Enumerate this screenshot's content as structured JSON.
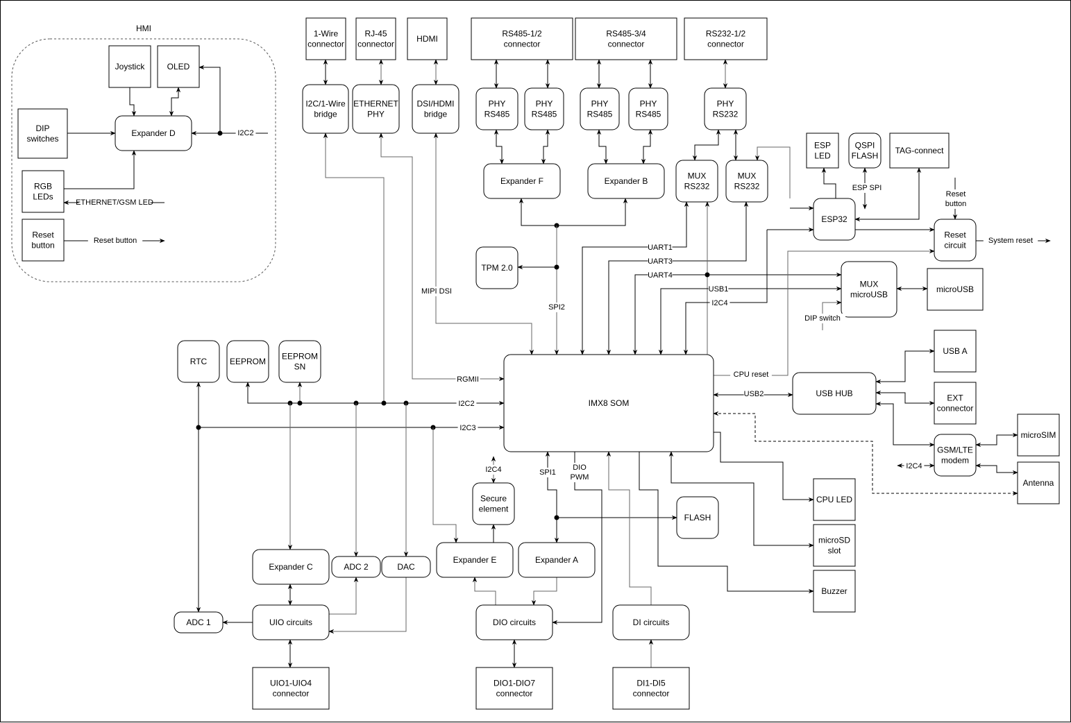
{
  "group": {
    "hmi_title": "HMI"
  },
  "blocks": {
    "joystick": [
      "Joystick"
    ],
    "oled": [
      "OLED"
    ],
    "dip_switches": [
      "DIP",
      "switches"
    ],
    "expander_d": [
      "Expander D"
    ],
    "rgb_leds": [
      "RGB",
      "LEDs"
    ],
    "reset_button": [
      "Reset",
      "button"
    ],
    "onewire_connector": [
      "1-Wire",
      "connector"
    ],
    "rj45_connector": [
      "RJ-45",
      "connector"
    ],
    "hdmi": [
      "HDMI"
    ],
    "rs485_12_connector": [
      "RS485-1/2",
      "connector"
    ],
    "rs485_34_connector": [
      "RS485-3/4",
      "connector"
    ],
    "rs232_12_connector": [
      "RS232-1/2",
      "connector"
    ],
    "i2c_1wire_bridge": [
      "I2C/1-Wire",
      "bridge"
    ],
    "ethernet_phy": [
      "ETHERNET",
      "PHY"
    ],
    "dsi_hdmi_bridge": [
      "DSI/HDMI",
      "bridge"
    ],
    "phy_rs485_1": [
      "PHY",
      "RS485"
    ],
    "phy_rs485_2": [
      "PHY",
      "RS485"
    ],
    "phy_rs485_3": [
      "PHY",
      "RS485"
    ],
    "phy_rs485_4": [
      "PHY",
      "RS485"
    ],
    "phy_rs232": [
      "PHY",
      "RS232"
    ],
    "expander_f": [
      "Expander F"
    ],
    "expander_b": [
      "Expander B"
    ],
    "mux_rs232_1": [
      "MUX",
      "RS232"
    ],
    "mux_rs232_2": [
      "MUX",
      "RS232"
    ],
    "esp_led": [
      "ESP",
      "LED"
    ],
    "qspi_flash": [
      "QSPI",
      "FLASH"
    ],
    "tag_connect": [
      "TAG-connect"
    ],
    "esp32": [
      "ESP32"
    ],
    "reset_circuit": [
      "Reset",
      "circuit"
    ],
    "tpm": [
      "TPM 2.0"
    ],
    "mux_microusb": [
      "MUX",
      "microUSB"
    ],
    "microusb": [
      "microUSB"
    ],
    "rtc": [
      "RTC"
    ],
    "eeprom": [
      "EEPROM"
    ],
    "eeprom_sn": [
      "EEPROM",
      "SN"
    ],
    "imx8_som": [
      "IMX8 SOM"
    ],
    "usb_hub": [
      "USB HUB"
    ],
    "usb_a": [
      "USB A"
    ],
    "ext_connector": [
      "EXT",
      "connector"
    ],
    "gsm_lte_modem": [
      "GSM/LTE",
      "modem"
    ],
    "microsim": [
      "microSIM"
    ],
    "antenna": [
      "Antenna"
    ],
    "cpu_led": [
      "CPU LED"
    ],
    "microsd_slot": [
      "microSD",
      "slot"
    ],
    "buzzer": [
      "Buzzer"
    ],
    "secure_element": [
      "Secure",
      "element"
    ],
    "flash": [
      "FLASH"
    ],
    "expander_e": [
      "Expander E"
    ],
    "expander_a": [
      "Expander A"
    ],
    "expander_c": [
      "Expander C"
    ],
    "adc2": [
      "ADC 2"
    ],
    "dac": [
      "DAC"
    ],
    "adc1": [
      "ADC 1"
    ],
    "uio_circuits": [
      "UIO circuits"
    ],
    "dio_circuits": [
      "DIO circuits"
    ],
    "di_circuits": [
      "DI circuits"
    ],
    "uio_connector": [
      "UIO1-UIO4",
      "connector"
    ],
    "dio_connector": [
      "DIO1-DIO7",
      "connector"
    ],
    "di_connector": [
      "DI1-DI5",
      "connector"
    ]
  },
  "wire_labels": {
    "hmi_i2c2": "I2C2",
    "ethernet_gsm_led": "ETHERNET/GSM LED",
    "hmi_reset_button": "Reset button",
    "esp_spi": "ESP SPI",
    "reset_button_in": [
      "Reset",
      "button"
    ],
    "system_reset": "System reset",
    "uart1": "UART1",
    "uart3": "UART3",
    "uart4": "UART4",
    "usb1": "USB1",
    "i2c4_top": "I2C4",
    "dip_switch": "DIP switch",
    "mipi_dsi": "MIPI DSI",
    "spi2": "SPI2",
    "rgmii": "RGMII",
    "i2c2": "I2C2",
    "i2c3": "I2C3",
    "cpu_reset": "CPU reset",
    "usb2": "USB2",
    "i2c4_modem": "I2C4",
    "i2c4_secure": "I2C4",
    "spi1": "SPI1",
    "dio_pwm": [
      "DIO",
      "PWM"
    ]
  }
}
